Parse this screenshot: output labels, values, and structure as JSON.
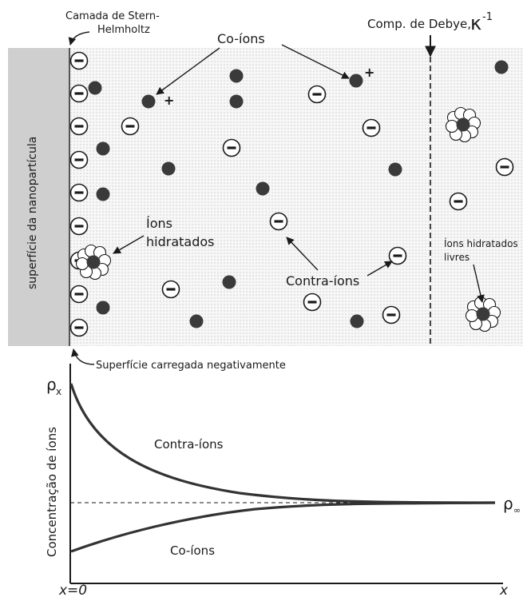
{
  "labels": {
    "stern_layer": [
      "Camada de Stern-",
      "Helmholtz"
    ],
    "debye_length": "Comp. de Debye,",
    "kappa_symbol": "κ",
    "kappa_exponent": "-1",
    "co_ions_top": "Co-íons",
    "surface_vertical": "superfície da nanopartícula",
    "hydrated_ions": [
      "Íons",
      "hidratados"
    ],
    "free_hydrated_ions": [
      "Íons hidratados",
      "livres"
    ],
    "counter_ions_top": "Contra-íons",
    "charged_surface": "Superfície carregada negativamente",
    "plus_sign": "+",
    "minus_sign": "−"
  },
  "plot": {
    "y_axis_label": "Concentração de íons",
    "y_top_symbol": "ρ",
    "y_top_subscript": "x",
    "baseline_symbol": "ρ",
    "baseline_subscript": "∞",
    "x_origin_label": "x=0",
    "x_end_label": "x",
    "counter_ions_curve_label": "Contra-íons",
    "co_ions_curve_label": "Co-íons"
  },
  "colors": {
    "surface_slab": "#cfcfcf",
    "solution_bg": "#f7f7f7",
    "ion_fill": "#3a3a3a",
    "ink": "#1a1a1a"
  }
}
